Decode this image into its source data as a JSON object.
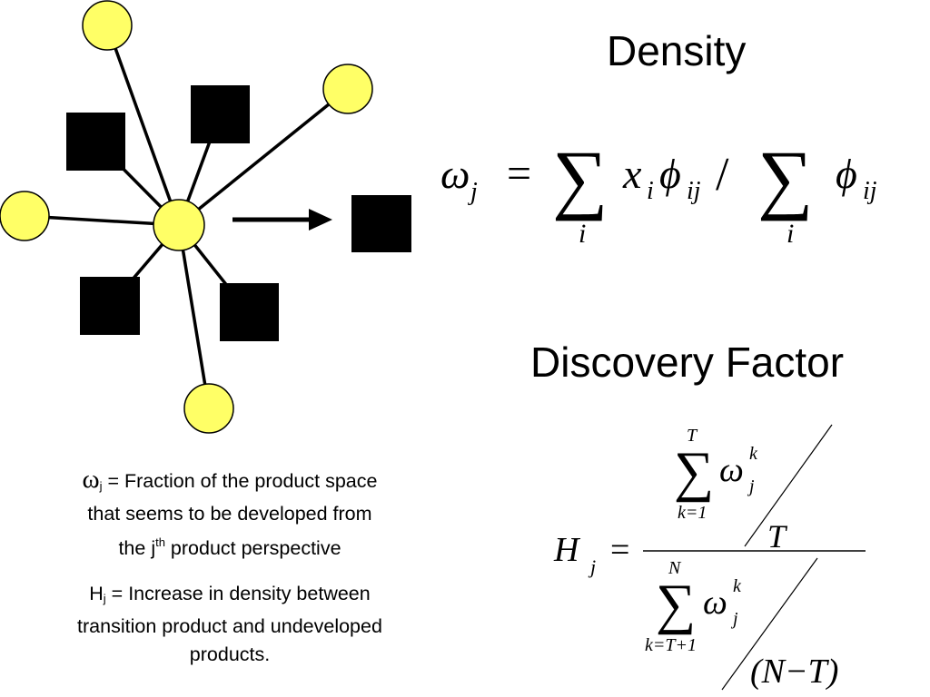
{
  "slide": {
    "density_title": "Density",
    "discovery_title": "Discovery Factor"
  },
  "colors": {
    "circle_fill": "#ffff66",
    "square_fill": "#000000",
    "edge": "#000000"
  },
  "network": {
    "center": {
      "type": "circle"
    },
    "neighbors": [
      {
        "type": "circle"
      },
      {
        "type": "circle"
      },
      {
        "type": "circle"
      },
      {
        "type": "circle"
      },
      {
        "type": "square"
      },
      {
        "type": "square"
      },
      {
        "type": "square"
      },
      {
        "type": "square"
      }
    ],
    "target": {
      "type": "square"
    }
  },
  "density_formula": {
    "lhs_symbol": "ω",
    "lhs_sub": "j",
    "equals": "=",
    "sum_symbol": "∑",
    "sum_index": "i",
    "term1_a": "x",
    "term1_a_sub": "i",
    "term1_b": "ϕ",
    "term1_b_sub": "ij",
    "divide": "/",
    "term2": "ϕ",
    "term2_sub": "ij"
  },
  "discovery_formula": {
    "lhs": "H",
    "lhs_sub": "j",
    "equals": "=",
    "sum_symbol": "∑",
    "top_sum_upper": "T",
    "top_sum_lower": "k=1",
    "omega": "ω",
    "omega_sup": "k",
    "omega_sub": "j",
    "top_divisor": "T",
    "bottom_sum_upper": "N",
    "bottom_sum_lower": "k=T+1",
    "bottom_divisor": "(N−T)"
  },
  "captions": {
    "omega": {
      "symbol": "ω",
      "sub": "j",
      "line1_rest": " = Fraction of the product space",
      "line2": "that seems to be developed from",
      "line3_pre": "the j",
      "line3_sup": "th",
      "line3_post": " product perspective"
    },
    "h": {
      "symbol": "H",
      "sub": "j",
      "line1_rest": " = Increase in density between",
      "line2": "transition product and undeveloped",
      "line3": "products."
    }
  }
}
